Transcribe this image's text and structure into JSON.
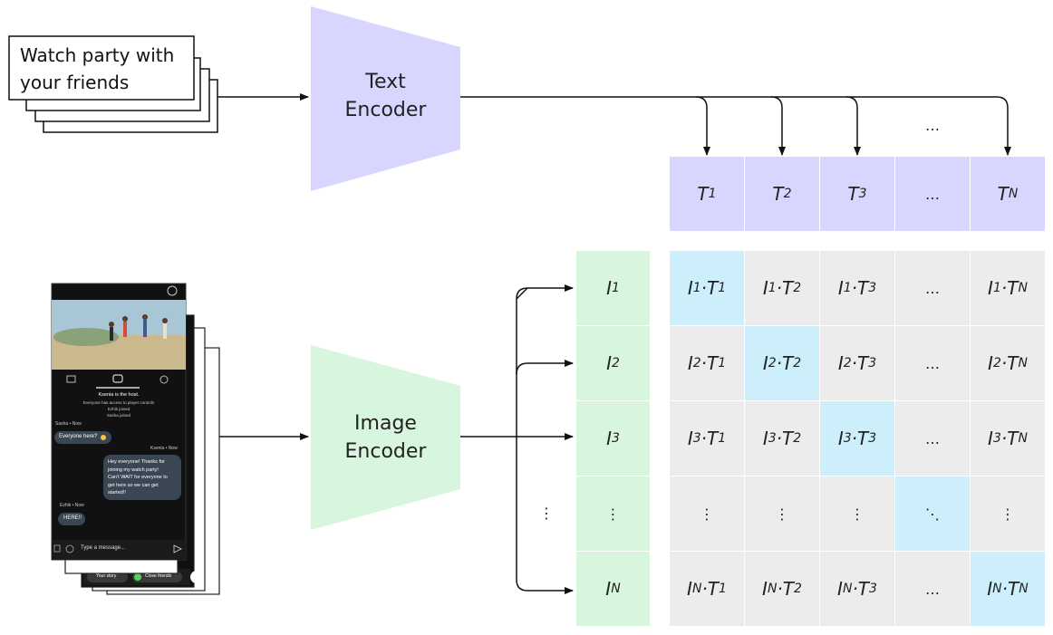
{
  "text_input": {
    "line1": "Watch party with",
    "line2": "your friends"
  },
  "text_encoder": {
    "line1": "Text",
    "line2": "Encoder"
  },
  "image_encoder": {
    "line1": "Image",
    "line2": "Encoder"
  },
  "text_features": [
    "T",
    "T",
    "T",
    "…",
    "T"
  ],
  "text_subscripts": [
    "1",
    "2",
    "3",
    "",
    "N"
  ],
  "image_features": [
    "I",
    "I",
    "I",
    "⋮",
    "I"
  ],
  "image_subscripts": [
    "1",
    "2",
    "3",
    "",
    "N"
  ],
  "ellipsis_top": "…",
  "ellipsis_left": "⋮",
  "matrix": {
    "row_subs": [
      "1",
      "2",
      "3",
      "",
      "N"
    ],
    "col_subs": [
      "1",
      "2",
      "3",
      "",
      "N"
    ]
  },
  "phone": {
    "host_text": "Ksenia is the host.",
    "access_text": "Everyone has access to player controls",
    "joined1": "Ezhik joined",
    "joined2": "Sasha joined",
    "sender1": "Sasha • Now",
    "msg1": "Everyone here?",
    "sender2": "Ksenia • Now",
    "msg2_l1": "Hey everyone! Thanks for",
    "msg2_l2": "joining my watch party!",
    "msg2_l3": "Can't WAIT for everyone to",
    "msg2_l4": "get here so we can get",
    "msg2_l5": "started!!",
    "sender3": "Ezhik • Now",
    "msg3": "HERE!!",
    "input_placeholder": "Type a message...",
    "chip1": "Your story",
    "chip2": "Close friends"
  },
  "colors": {
    "text_encoder": "#d8d6ff",
    "image_encoder": "#d8f5dd",
    "diagonal": "#cdeffb",
    "cell": "#ececec",
    "phone_bg": "#111111",
    "bubble": "#3a4654"
  }
}
